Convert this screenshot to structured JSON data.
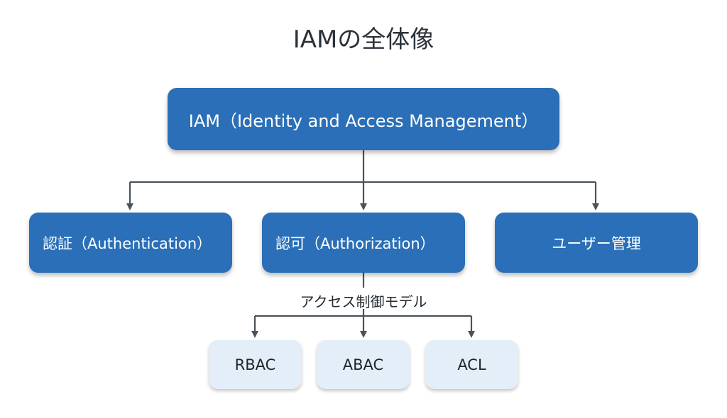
{
  "title": "IAMの全体像",
  "root": {
    "label": "IAM（Identity and Access Management）"
  },
  "children": [
    {
      "label": "認証（Authentication）"
    },
    {
      "label": "認可（Authorization）"
    },
    {
      "label": "ユーザー管理"
    }
  ],
  "access_control": {
    "label": "アクセス制御モデル",
    "models": [
      {
        "label": "RBAC"
      },
      {
        "label": "ABAC"
      },
      {
        "label": "ACL"
      }
    ]
  },
  "colors": {
    "primary_box": "#2a6fb7",
    "secondary_box": "#e3eef9",
    "connector": "#4a525a",
    "text_dark": "#2b3238"
  }
}
